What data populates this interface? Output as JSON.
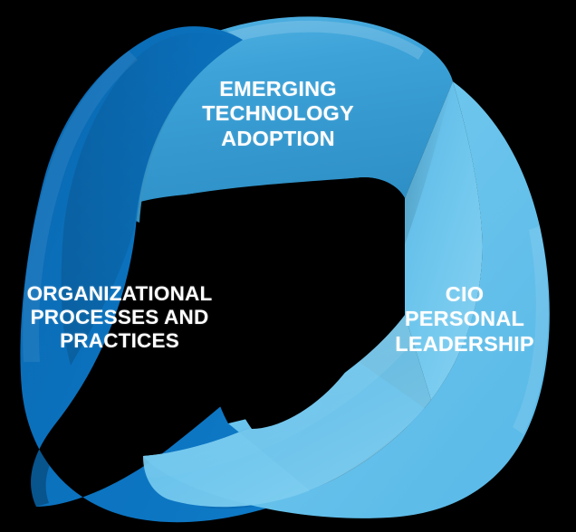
{
  "diagram": {
    "type": "mobius-triangle-loop",
    "background_color": "#000000",
    "segment_count": 3,
    "segments": [
      {
        "id": "emerging-technology-adoption",
        "position": "top",
        "label": "EMERGING\nTECHNOLOGY\nADOPTION",
        "color": "#3CA2D8",
        "color_shade": "#2E8BC0",
        "color_highlight": "#55B4E3"
      },
      {
        "id": "organizational-processes-and-practices",
        "position": "left",
        "label": "ORGANIZATIONAL\nPROCESSES AND\nPRACTICES",
        "color": "#0B72BE",
        "color_shade": "#0A5E9E",
        "color_highlight": "#1485D3"
      },
      {
        "id": "cio-personal-leadership",
        "position": "right",
        "label": "CIO\nPERSONAL\nLEADERSHIP",
        "color": "#6EC6ED",
        "color_shade": "#56B3E0",
        "color_highlight": "#87D3F2"
      }
    ],
    "label_color": "#FFFFFF",
    "center_hole_color": "#000000"
  }
}
